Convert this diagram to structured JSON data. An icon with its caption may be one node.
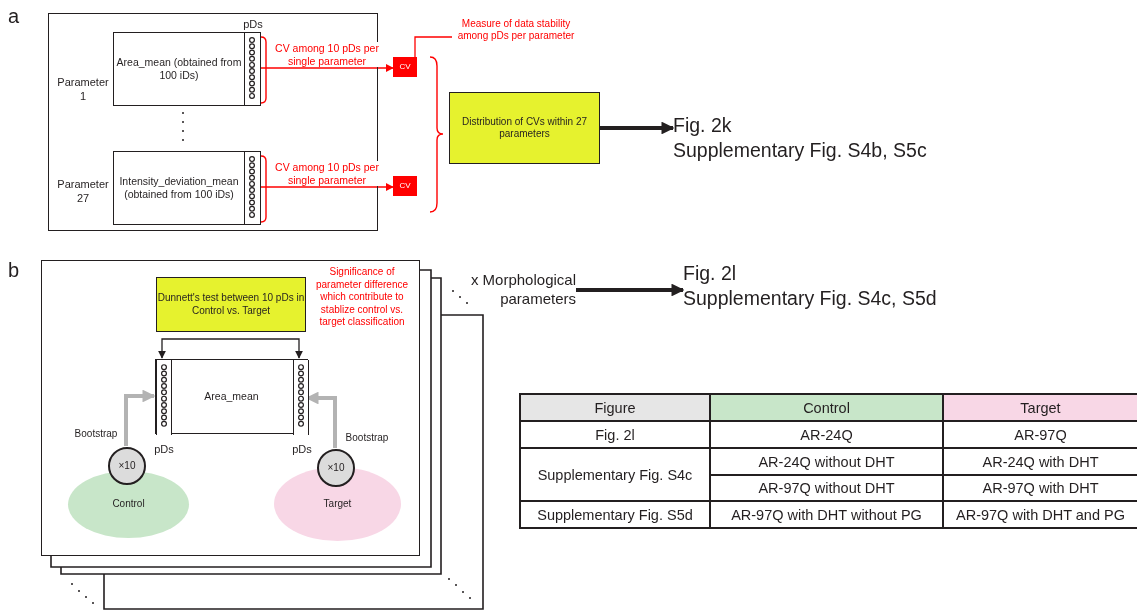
{
  "diagram": {
    "nodes": [
      {
        "text": [],
        "shape": "box"
      },
      {
        "text": [
          "Area_mean (obtained from 100 iDs)"
        ],
        "in": 0,
        "beside": [
          "Parameter 1",
          "pDs"
        ]
      },
      {
        "text": [
          "Intensity_deviation_mean (obtained from 100 iDs)"
        ],
        "in": 0,
        "beside": [
          "Parameter 27"
        ]
      },
      {
        "text": [
          "CV"
        ]
      },
      {
        "text": [
          "CV"
        ]
      },
      {
        "text": [
          "Measure of data stability among pDs per parameter"
        ]
      },
      {
        "text": [
          "Distribution of CVs within 27 parameters"
        ]
      },
      {
        "text": [
          "Fig. 2k",
          "Supplementary Fig. S4b, S5c"
        ]
      },
      {
        "text": [],
        "shape": "box"
      },
      {
        "text": [
          "Dunnett's test between 10 pDs in Control vs. Target"
        ],
        "in": 8
      },
      {
        "text": [
          "Area_mean"
        ],
        "in": 8
      },
      {
        "text": [],
        "shape": "bar",
        "in": 10,
        "beside": [
          "pDs"
        ]
      },
      {
        "text": [],
        "shape": "bar",
        "in": 10,
        "beside": [
          "pDs"
        ]
      },
      {
        "text": [
          "×10"
        ],
        "in": 8
      },
      {
        "text": [
          "×10"
        ],
        "in": 8
      },
      {
        "text": [
          "Control"
        ],
        "in": 8
      },
      {
        "text": [
          "Target"
        ],
        "in": 8
      },
      {
        "text": [
          "x Morphological parameters"
        ]
      },
      {
        "text": [
          "Fig. 2l",
          "Supplementary Fig. S4c, S5d"
        ]
      }
    ],
    "edges": [
      {
        "from": 1,
        "to": 3,
        "arrow": "to",
        "label": "CV among 10 pDs per single parameter",
        "color": "#ff0000"
      },
      {
        "from": 2,
        "to": 4,
        "arrow": "to",
        "label": "CV among 10 pDs per single parameter",
        "color": "#ff0000"
      },
      {
        "from": 5,
        "to": 3,
        "arrow": "none",
        "color": "#ff0000"
      },
      {
        "from": 6,
        "to": 7,
        "arrow": "to",
        "style": "thick",
        "color": "#231f20"
      },
      {
        "from": 11,
        "to": 12,
        "arrow": "both",
        "color": "#231f20"
      },
      {
        "from": 13,
        "to": 11,
        "arrow": "to",
        "label": "Bootstrap",
        "style": "thick",
        "color": "#b3b3b3"
      },
      {
        "from": 14,
        "to": 12,
        "arrow": "to",
        "label": "Bootstrap",
        "style": "thick",
        "color": "#b3b3b3"
      },
      {
        "from": 17,
        "to": 18,
        "arrow": "to",
        "style": "thick",
        "color": "#231f20"
      }
    ],
    "labels": [
      "a",
      "b",
      "Significance of parameter difference which contribute to stablize control vs. target classification",
      "Figure",
      "Control",
      "Target",
      "Fig. 2l",
      "AR-24Q",
      "AR-97Q",
      "Supplementary Fig. S4c",
      "AR-24Q without DHT",
      "AR-24Q with DHT",
      "AR-97Q without DHT",
      "AR-97Q with DHT",
      "Supplementary Fig. S5d",
      "AR-97Q with DHT without PG",
      "AR-97Q with DHT and PG"
    ]
  }
}
